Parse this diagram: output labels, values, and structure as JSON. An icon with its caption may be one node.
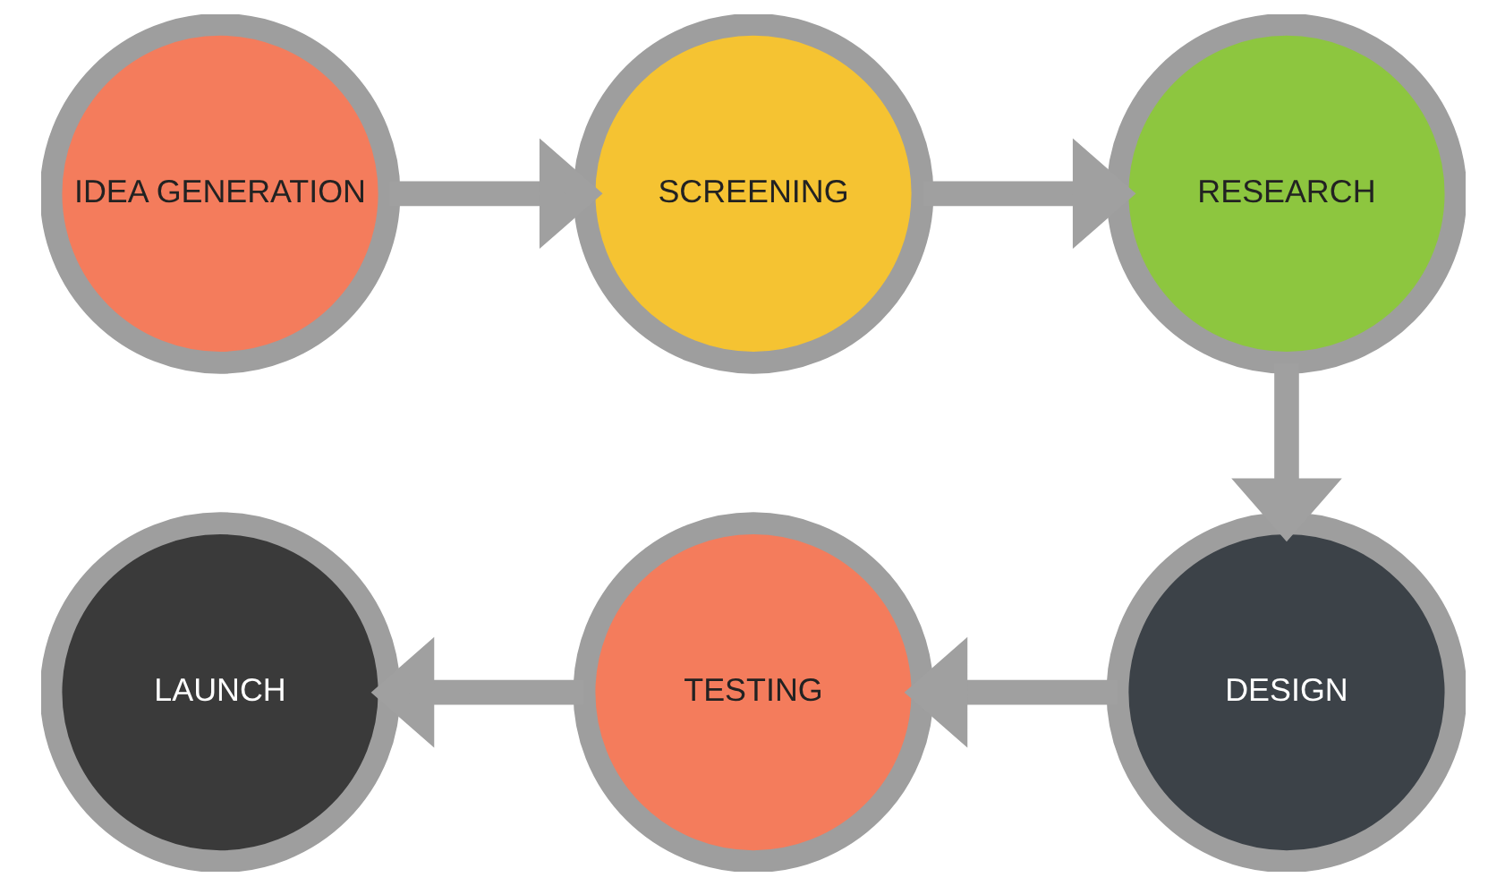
{
  "diagram": {
    "nodes": [
      {
        "text": [
          "IDEA GENERATION"
        ]
      },
      {
        "text": [
          "SCREENING"
        ]
      },
      {
        "text": [
          "RESEARCH"
        ]
      },
      {
        "text": [
          "DESIGN"
        ]
      },
      {
        "text": [
          "TESTING"
        ]
      },
      {
        "text": [
          "LAUNCH"
        ]
      }
    ],
    "edges": [
      {
        "from": 0,
        "to": 1,
        "arrow": "to"
      },
      {
        "from": 1,
        "to": 2,
        "arrow": "to"
      },
      {
        "from": 2,
        "to": 3,
        "arrow": "to"
      },
      {
        "from": 3,
        "to": 4,
        "arrow": "to"
      },
      {
        "from": 4,
        "to": 5,
        "arrow": "to"
      }
    ]
  }
}
